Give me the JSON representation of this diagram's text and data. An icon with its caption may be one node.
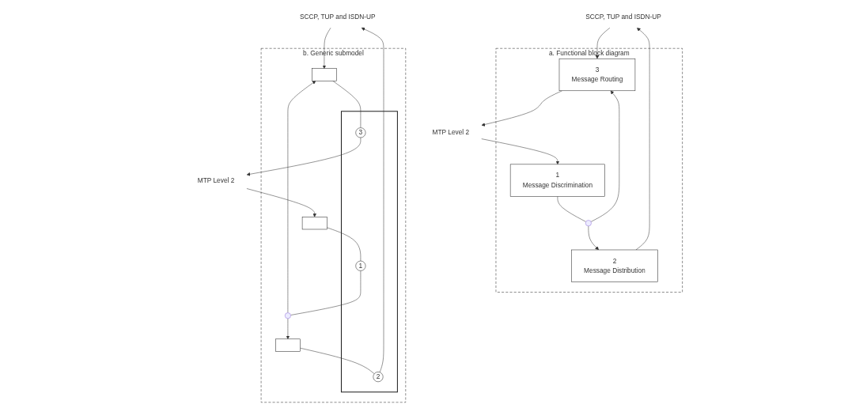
{
  "diagram": {
    "nodes": [
      {
        "text": [
          "SCCP, TUP and ISDN-UP"
        ]
      },
      {
        "text": [
          "a. Functional block diagram"
        ]
      },
      {
        "text": [
          "2",
          "Message Distribution"
        ],
        "in": 1
      },
      {
        "text": [
          "3",
          "Message Routing"
        ],
        "in": 1
      },
      {
        "text": [
          "1",
          "Message Discrimination"
        ],
        "in": 1
      },
      {
        "text": [],
        "shape": "circle",
        "in": 1
      },
      {
        "text": [
          "MTP Level 2"
        ]
      },
      {
        "text": [
          "SCCP, TUP and ISDN-UP"
        ]
      },
      {
        "text": [
          "b. Generic submodel"
        ]
      },
      {
        "text": [],
        "shape": "box",
        "in": 8
      },
      {
        "text": [],
        "shape": "bar",
        "in": 8
      },
      {
        "text": [
          "3"
        ],
        "in": 10
      },
      {
        "text": [
          "1"
        ],
        "in": 10
      },
      {
        "text": [
          "2"
        ],
        "in": 10
      },
      {
        "text": [],
        "shape": "box",
        "in": 8
      },
      {
        "text": [],
        "shape": "box",
        "in": 8
      },
      {
        "text": [],
        "shape": "circle",
        "in": 8
      },
      {
        "text": [
          "MTP Level 2"
        ]
      }
    ],
    "edges": [
      {
        "from": 0,
        "to": 3,
        "arrow": "to"
      },
      {
        "from": 2,
        "to": 0,
        "arrow": "to"
      },
      {
        "from": 4,
        "to": 5,
        "arrow": "none"
      },
      {
        "from": 5,
        "to": 2,
        "arrow": "to"
      },
      {
        "from": 5,
        "to": 3,
        "arrow": "to"
      },
      {
        "from": 3,
        "to": 6,
        "arrow": "to"
      },
      {
        "from": 6,
        "to": 4,
        "arrow": "to"
      },
      {
        "from": 7,
        "to": 9,
        "arrow": "to"
      },
      {
        "from": 9,
        "to": 11,
        "arrow": "none"
      },
      {
        "from": 11,
        "to": 17,
        "arrow": "to"
      },
      {
        "from": 12,
        "to": 16,
        "arrow": "none"
      },
      {
        "from": 16,
        "to": 9,
        "arrow": "to"
      },
      {
        "from": 16,
        "to": 15,
        "arrow": "to"
      },
      {
        "from": 13,
        "to": 7,
        "arrow": "to"
      },
      {
        "from": 14,
        "to": 12,
        "arrow": "none"
      },
      {
        "from": 15,
        "to": 13,
        "arrow": "none"
      },
      {
        "from": 17,
        "to": 14,
        "arrow": "to"
      }
    ]
  }
}
